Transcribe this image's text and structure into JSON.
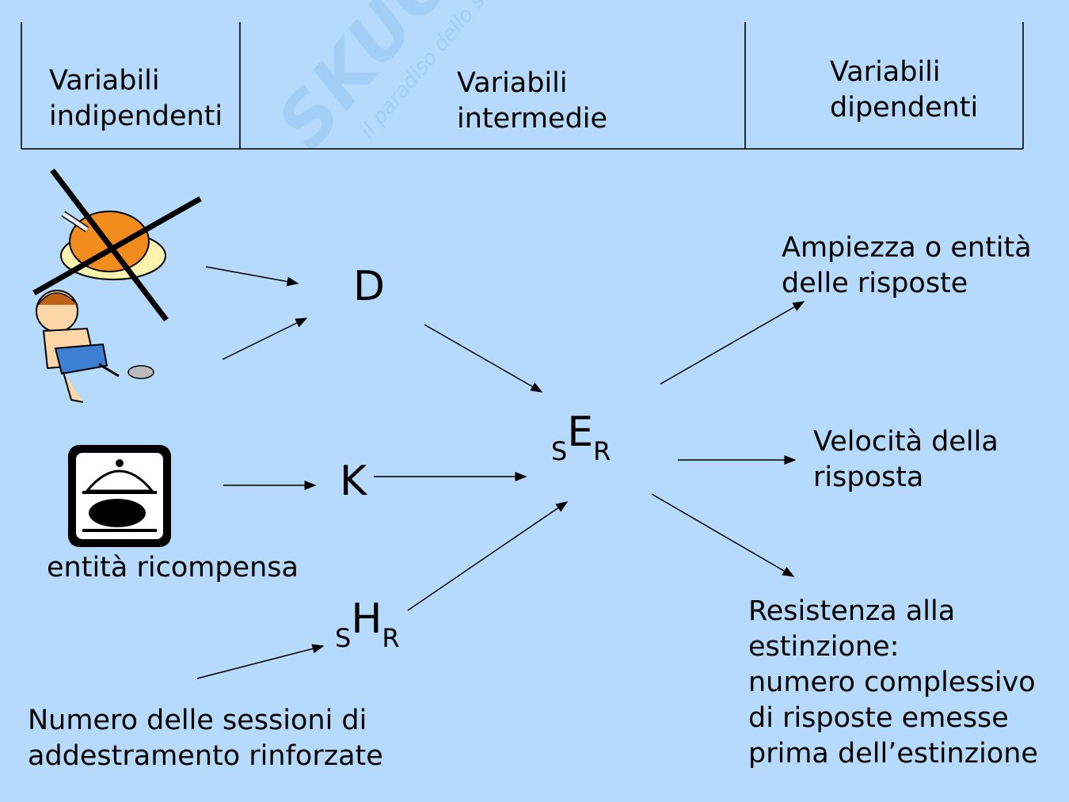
{
  "header": {
    "col1": [
      "Variabili",
      "indipendenti"
    ],
    "col2": [
      "Variabili",
      "intermedie"
    ],
    "col3": [
      "Variabili",
      "dipendenti"
    ]
  },
  "watermark": {
    "brand": "SKUOLA.net",
    "tagline": "il paradiso dello studente"
  },
  "nodes": {
    "D": "D",
    "K": "K",
    "E": {
      "pre": "S",
      "main": "E",
      "post": "R"
    },
    "H": {
      "pre": "S",
      "main": "H",
      "post": "R"
    }
  },
  "inputs": {
    "reward_label": "entità ricompensa",
    "sessions": [
      "Numero delle sessioni di",
      "addestramento rinforzate"
    ]
  },
  "outputs": {
    "amplitude": [
      "Ampiezza o entità",
      "delle risposte"
    ],
    "speed": [
      "Velocità della",
      "risposta"
    ],
    "resistance": [
      "Resistenza alla",
      "estinzione:",
      "numero complessivo",
      "di risposte emesse",
      "prima dell’estinzione"
    ]
  },
  "icons": [
    "crossed-out-chicken-icon",
    "scared-boy-crab-icon",
    "covered-dish-chicken-icon"
  ]
}
